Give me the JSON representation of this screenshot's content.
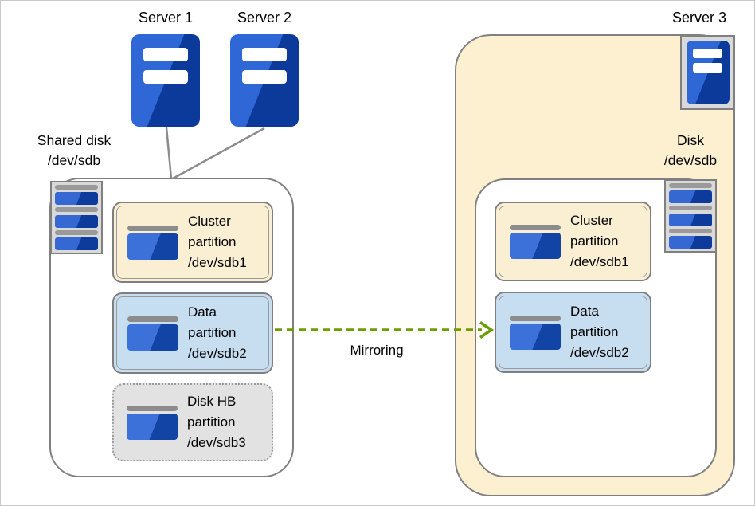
{
  "labels": {
    "server1": "Server 1",
    "server2": "Server 2",
    "server3": "Server 3",
    "shared_disk_line1": "Shared disk",
    "shared_disk_line2": "/dev/sdb",
    "disk_line1": "Disk",
    "disk_line2": "/dev/sdb",
    "mirroring": "Mirroring"
  },
  "left_disk": {
    "partitions": [
      {
        "style": "cluster",
        "lines": [
          "Cluster",
          "partition",
          "/dev/sdb1"
        ]
      },
      {
        "style": "data",
        "lines": [
          "Data",
          "partition",
          "/dev/sdb2"
        ]
      },
      {
        "style": "hb",
        "lines": [
          "Disk HB",
          "partition",
          "/dev/sdb3"
        ]
      }
    ]
  },
  "right_disk": {
    "partitions": [
      {
        "style": "cluster",
        "lines": [
          "Cluster",
          "partition",
          "/dev/sdb1"
        ]
      },
      {
        "style": "data",
        "lines": [
          "Data",
          "partition",
          "/dev/sdb2"
        ]
      }
    ]
  },
  "colors": {
    "server_blue_light": "#2F68D6",
    "server_blue_dark": "#0B3A9B",
    "container_border": "#808080",
    "cluster_partition_fill": "#FBEFD3",
    "data_partition_fill": "#C7DDF0",
    "hb_partition_fill": "#E2E2E2",
    "server3_container_fill": "#FCF0D0",
    "disk_icon_gray": "#D9D9D9",
    "mirror_arrow_green": "#6B9C00"
  }
}
